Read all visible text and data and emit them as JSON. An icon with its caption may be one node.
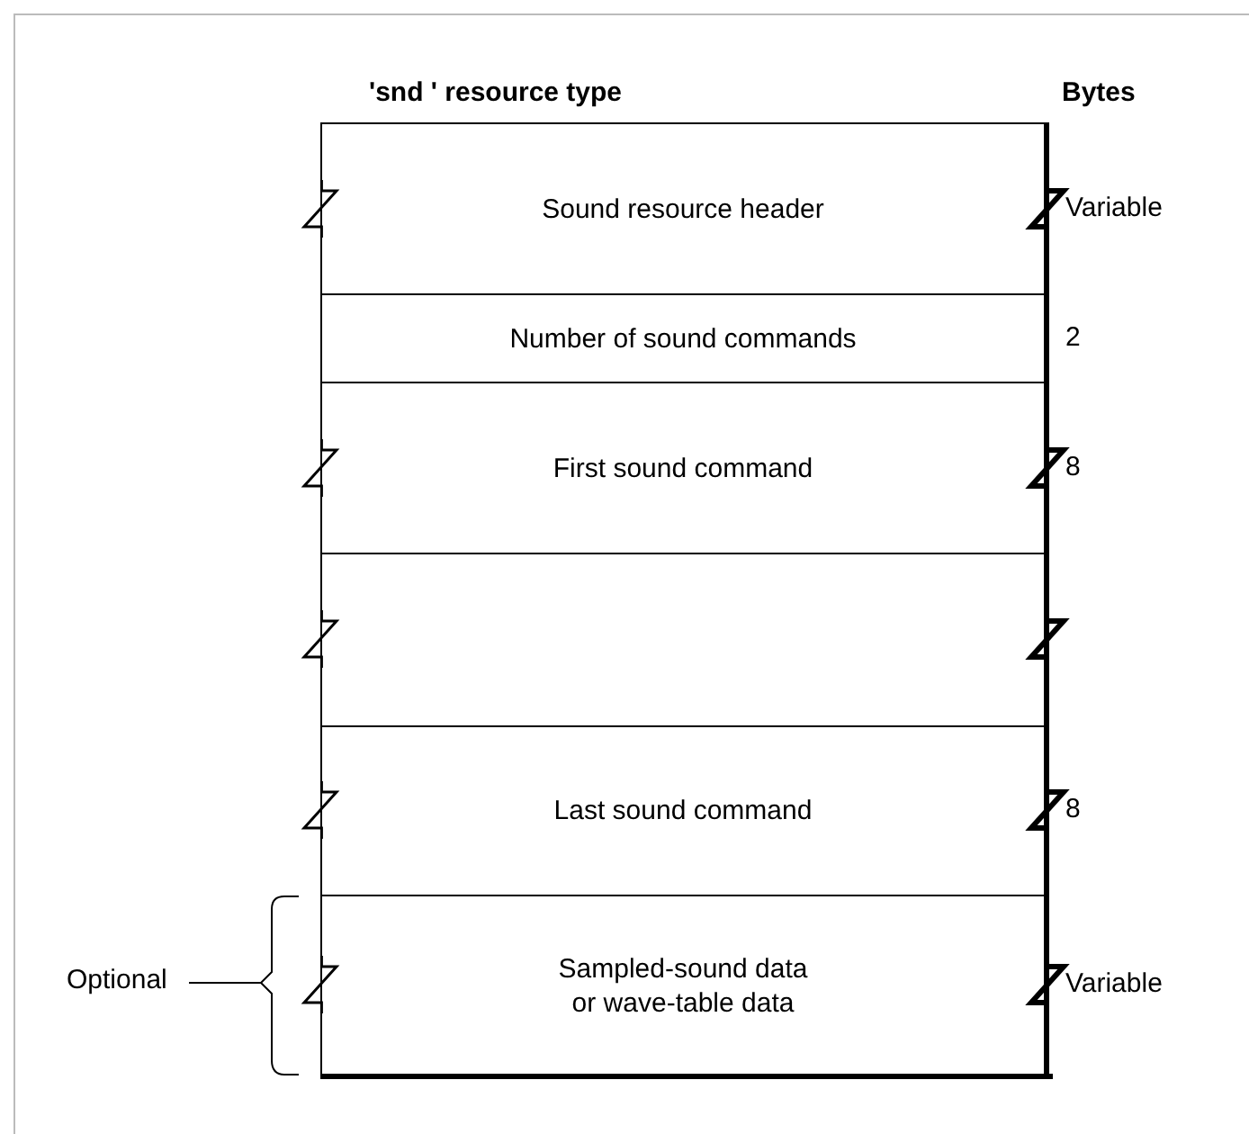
{
  "diagram": {
    "title": "'snd ' resource type",
    "nodes": [
      {
        "text": [
          "Sound resource header"
        ],
        "beside": [
          "Variable"
        ]
      },
      {
        "text": [
          "Number of sound commands"
        ],
        "beside": [
          "2"
        ]
      },
      {
        "text": [
          "First sound command"
        ],
        "beside": [
          "8"
        ]
      },
      {
        "text": [],
        "shape": "box"
      },
      {
        "text": [
          "Last sound command"
        ],
        "beside": [
          "8"
        ]
      },
      {
        "text": [
          "Sampled-sound data or wave-table data"
        ],
        "beside": [
          "Variable"
        ]
      }
    ],
    "edges": [],
    "labels": [
      "Bytes",
      "Optional"
    ]
  }
}
